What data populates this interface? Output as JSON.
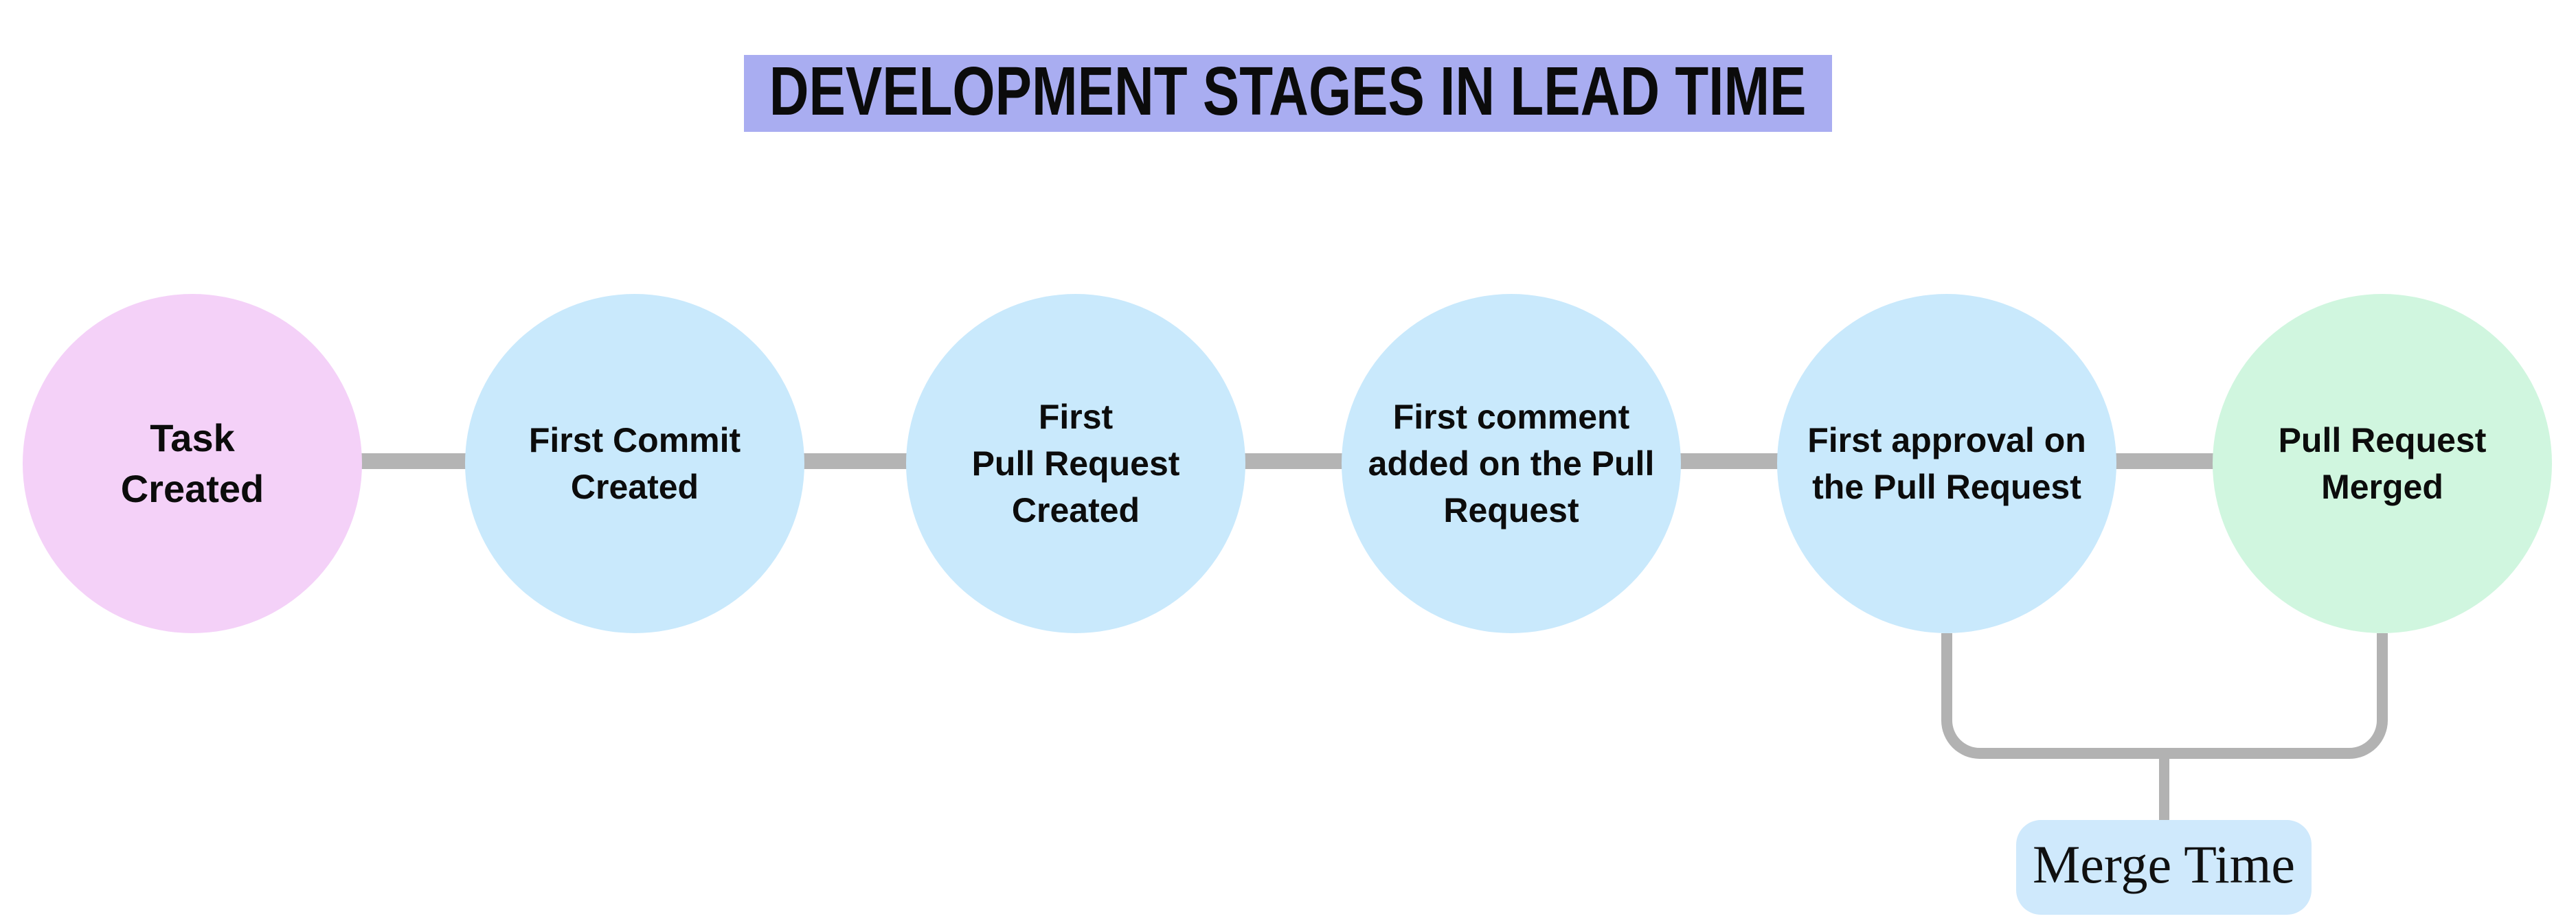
{
  "page": {
    "background_color": "#ffffff"
  },
  "title": {
    "text": "DEVELOPMENT STAGES IN LEAD TIME",
    "background_color": "#a9adf1",
    "text_color": "#0b0b0b"
  },
  "timeline": {
    "connector_color": "#b4b4b4"
  },
  "stages": [
    {
      "label": "Task\nCreated",
      "color": "#f4d1f8"
    },
    {
      "label": "First Commit\nCreated",
      "color": "#c9e9fc"
    },
    {
      "label": "First\nPull Request\nCreated",
      "color": "#c9e9fc"
    },
    {
      "label": "First comment\nadded on the Pull\nRequest",
      "color": "#c9e9fc"
    },
    {
      "label": "First approval on\nthe Pull Request",
      "color": "#c9e9fc"
    },
    {
      "label": "Pull Request\nMerged",
      "color": "#d0f6df"
    }
  ],
  "merge_annotation": {
    "label": "Merge Time",
    "bracket_color": "#b2b2b2",
    "label_background_color": "#cfe9fc",
    "label_text_color": "#101010"
  }
}
